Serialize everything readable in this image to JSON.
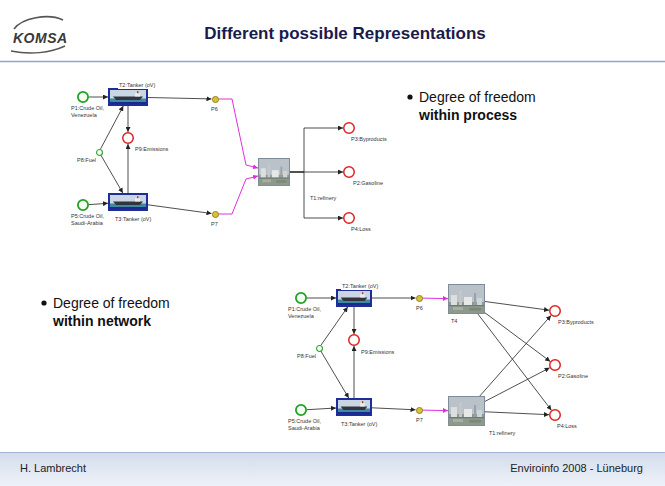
{
  "diagram": {
    "title": "Different possible Representations",
    "nodes": [
      {
        "text": [
          "P1:Crude Oil, Venezuela"
        ]
      },
      {
        "text": [
          "T2:Tanker (oV)"
        ]
      },
      {
        "text": [
          "P8:Fuel"
        ]
      },
      {
        "text": [
          "P9:Emissions"
        ]
      },
      {
        "text": [
          "P5:Crude Oil, Saudi-Arabia"
        ]
      },
      {
        "text": [
          "T3:Tanker (oV)"
        ]
      },
      {
        "text": [
          "P6"
        ]
      },
      {
        "text": [
          "P7"
        ]
      },
      {
        "text": [
          "T1:refinery"
        ]
      },
      {
        "text": [
          "P3:Byproducts"
        ]
      },
      {
        "text": [
          "P2:Gasoline"
        ]
      },
      {
        "text": [
          "P4:Loss"
        ]
      },
      {
        "text": [
          "P1:Crude Oil, Venezuela"
        ]
      },
      {
        "text": [
          "T2:Tanker (oV)"
        ]
      },
      {
        "text": [
          "P8:Fuel"
        ]
      },
      {
        "text": [
          "P9:Emissions"
        ]
      },
      {
        "text": [
          "P5:Crude Oil, Saudi-Arabia"
        ]
      },
      {
        "text": [
          "T3:Tanker (oV)"
        ]
      },
      {
        "text": [
          "P6"
        ]
      },
      {
        "text": [
          "P7"
        ]
      },
      {
        "text": [
          "T4"
        ]
      },
      {
        "text": [
          "T1:refinery"
        ]
      },
      {
        "text": [
          "P3:Byproducts"
        ]
      },
      {
        "text": [
          "P2:Gasoline"
        ]
      },
      {
        "text": [
          "P4:Loss"
        ]
      }
    ],
    "edges": [
      {
        "from": 0,
        "to": 1,
        "arrow": "to"
      },
      {
        "from": 2,
        "to": 1,
        "arrow": "to"
      },
      {
        "from": 2,
        "to": 5,
        "arrow": "to"
      },
      {
        "from": 4,
        "to": 5,
        "arrow": "to"
      },
      {
        "from": 1,
        "to": 3,
        "arrow": "to"
      },
      {
        "from": 5,
        "to": 3,
        "arrow": "to"
      },
      {
        "from": 1,
        "to": 6,
        "arrow": "to"
      },
      {
        "from": 5,
        "to": 7,
        "arrow": "to"
      },
      {
        "from": 6,
        "to": 8,
        "arrow": "to"
      },
      {
        "from": 7,
        "to": 8,
        "arrow": "to"
      },
      {
        "from": 8,
        "to": 9,
        "arrow": "to"
      },
      {
        "from": 8,
        "to": 10,
        "arrow": "to"
      },
      {
        "from": 8,
        "to": 11,
        "arrow": "to"
      },
      {
        "from": 12,
        "to": 13,
        "arrow": "to"
      },
      {
        "from": 14,
        "to": 13,
        "arrow": "to"
      },
      {
        "from": 14,
        "to": 17,
        "arrow": "to"
      },
      {
        "from": 16,
        "to": 17,
        "arrow": "to"
      },
      {
        "from": 13,
        "to": 15,
        "arrow": "to"
      },
      {
        "from": 17,
        "to": 15,
        "arrow": "to"
      },
      {
        "from": 13,
        "to": 18,
        "arrow": "to"
      },
      {
        "from": 17,
        "to": 19,
        "arrow": "to"
      },
      {
        "from": 18,
        "to": 20,
        "arrow": "to"
      },
      {
        "from": 19,
        "to": 21,
        "arrow": "to"
      },
      {
        "from": 20,
        "to": 22,
        "arrow": "to"
      },
      {
        "from": 20,
        "to": 23,
        "arrow": "to"
      },
      {
        "from": 20,
        "to": 24,
        "arrow": "to"
      },
      {
        "from": 21,
        "to": 22,
        "arrow": "to"
      },
      {
        "from": 21,
        "to": 23,
        "arrow": "to"
      },
      {
        "from": 21,
        "to": 24,
        "arrow": "to"
      }
    ],
    "labels": [
      "KOMSA",
      "Degree of freedom",
      "within process",
      "Degree of freedom",
      "within network",
      "H. Lambrecht",
      "Enviroinfo 2008 - Lüneburg"
    ]
  }
}
